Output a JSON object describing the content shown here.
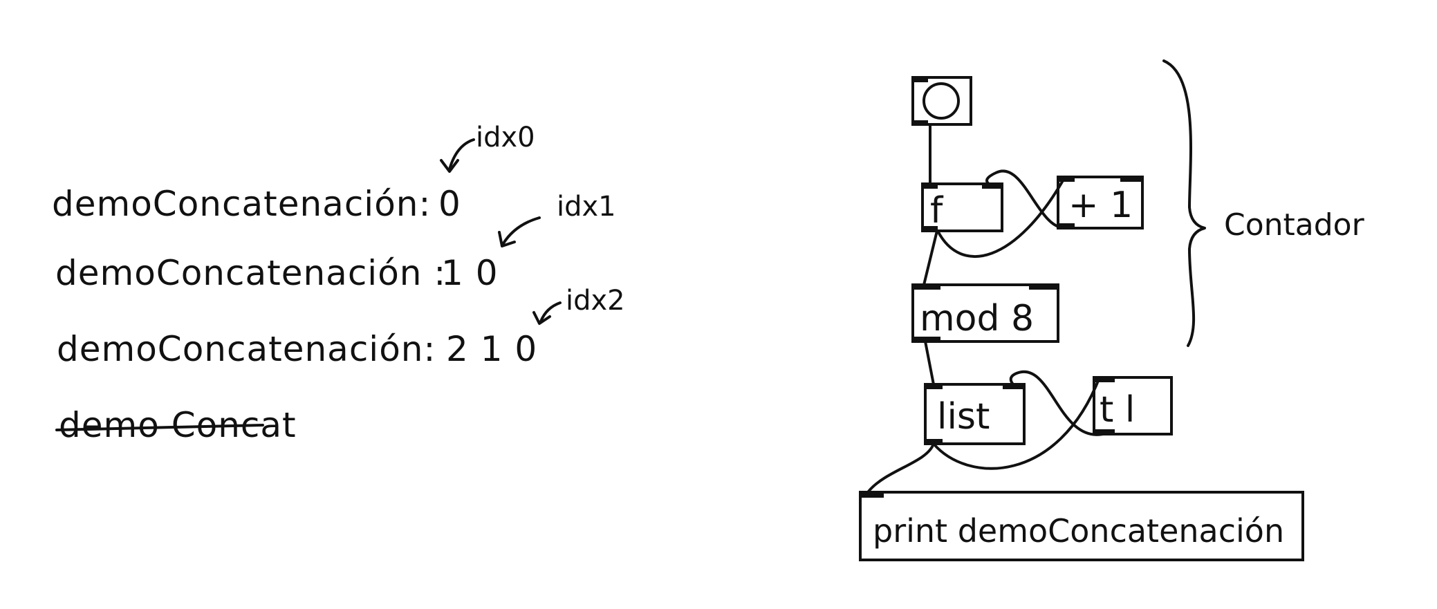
{
  "console_output": {
    "line1": {
      "label": "demoConcatenación:",
      "values": "0"
    },
    "line2": {
      "label": "demoConcatenación :",
      "values": "1 0"
    },
    "line3": {
      "label": "demoConcatenación:",
      "values": "2 1 0"
    },
    "struck": "demo Concat"
  },
  "annotations": {
    "idx0": "idx0",
    "idx1": "idx1",
    "idx2": "idx2",
    "group_label": "Contador"
  },
  "patch": {
    "bang": "",
    "float_obj": "f",
    "add_obj": "+ 1",
    "mod_obj": "mod 8",
    "list_obj": "list",
    "trigger_obj": "t l",
    "print_obj": "print   demoConcatenación"
  }
}
